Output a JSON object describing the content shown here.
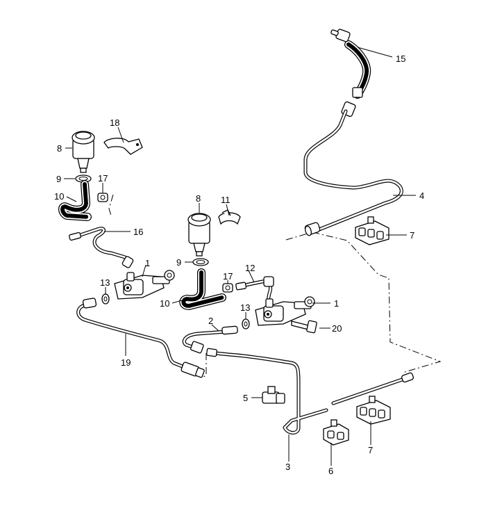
{
  "callouts": {
    "c1a": "1",
    "c1b": "1",
    "c2": "2",
    "c3": "3",
    "c4": "4",
    "c5": "5",
    "c6": "6",
    "c7a": "7",
    "c7b": "7",
    "c8a": "8",
    "c8b": "8",
    "c9a": "9",
    "c9b": "9",
    "c10a": "10",
    "c10b": "10",
    "c11": "11",
    "c12": "12",
    "c13a": "13",
    "c13b": "13",
    "c15": "15",
    "c16": "16",
    "c17a": "17",
    "c17b": "17",
    "c18": "18",
    "c19": "19",
    "c20": "20"
  }
}
